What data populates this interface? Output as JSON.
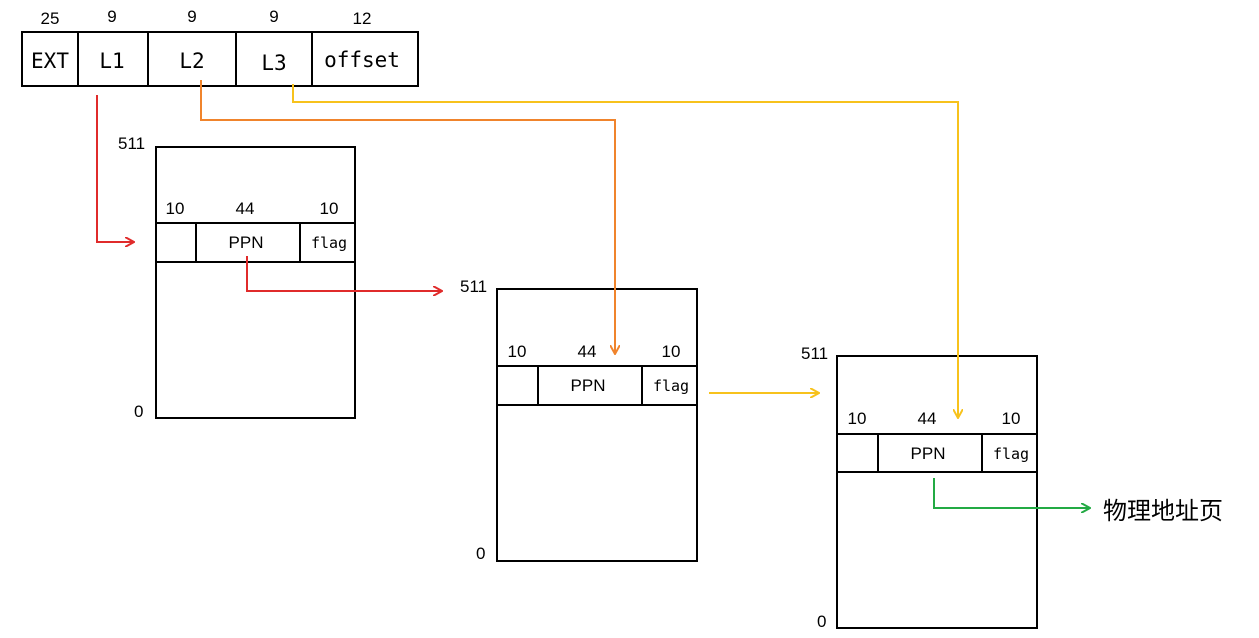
{
  "address_fields": [
    {
      "name": "EXT",
      "bits": "25"
    },
    {
      "name": "L1",
      "bits": "9"
    },
    {
      "name": "L2",
      "bits": "9"
    },
    {
      "name": "L3",
      "bits": "9"
    },
    {
      "name": "offset",
      "bits": "12"
    }
  ],
  "page_tables": [
    {
      "top_index": "511",
      "bottom_index": "0",
      "entry": {
        "bits": [
          "10",
          "44",
          "10"
        ],
        "ppn_label": "PPN",
        "flag_label": "flag"
      }
    },
    {
      "top_index": "511",
      "bottom_index": "0",
      "entry": {
        "bits": [
          "10",
          "44",
          "10"
        ],
        "ppn_label": "PPN",
        "flag_label": "flag"
      }
    },
    {
      "top_index": "511",
      "bottom_index": "0",
      "entry": {
        "bits": [
          "10",
          "44",
          "10"
        ],
        "ppn_label": "PPN",
        "flag_label": "flag"
      }
    }
  ],
  "result_label": "物理地址页",
  "colors": {
    "l1_arrow": "#e02b2b",
    "l2_arrow": "#f0842c",
    "l3_arrow": "#f7c21c",
    "result_arrow": "#23aa44",
    "stroke": "#000000"
  }
}
